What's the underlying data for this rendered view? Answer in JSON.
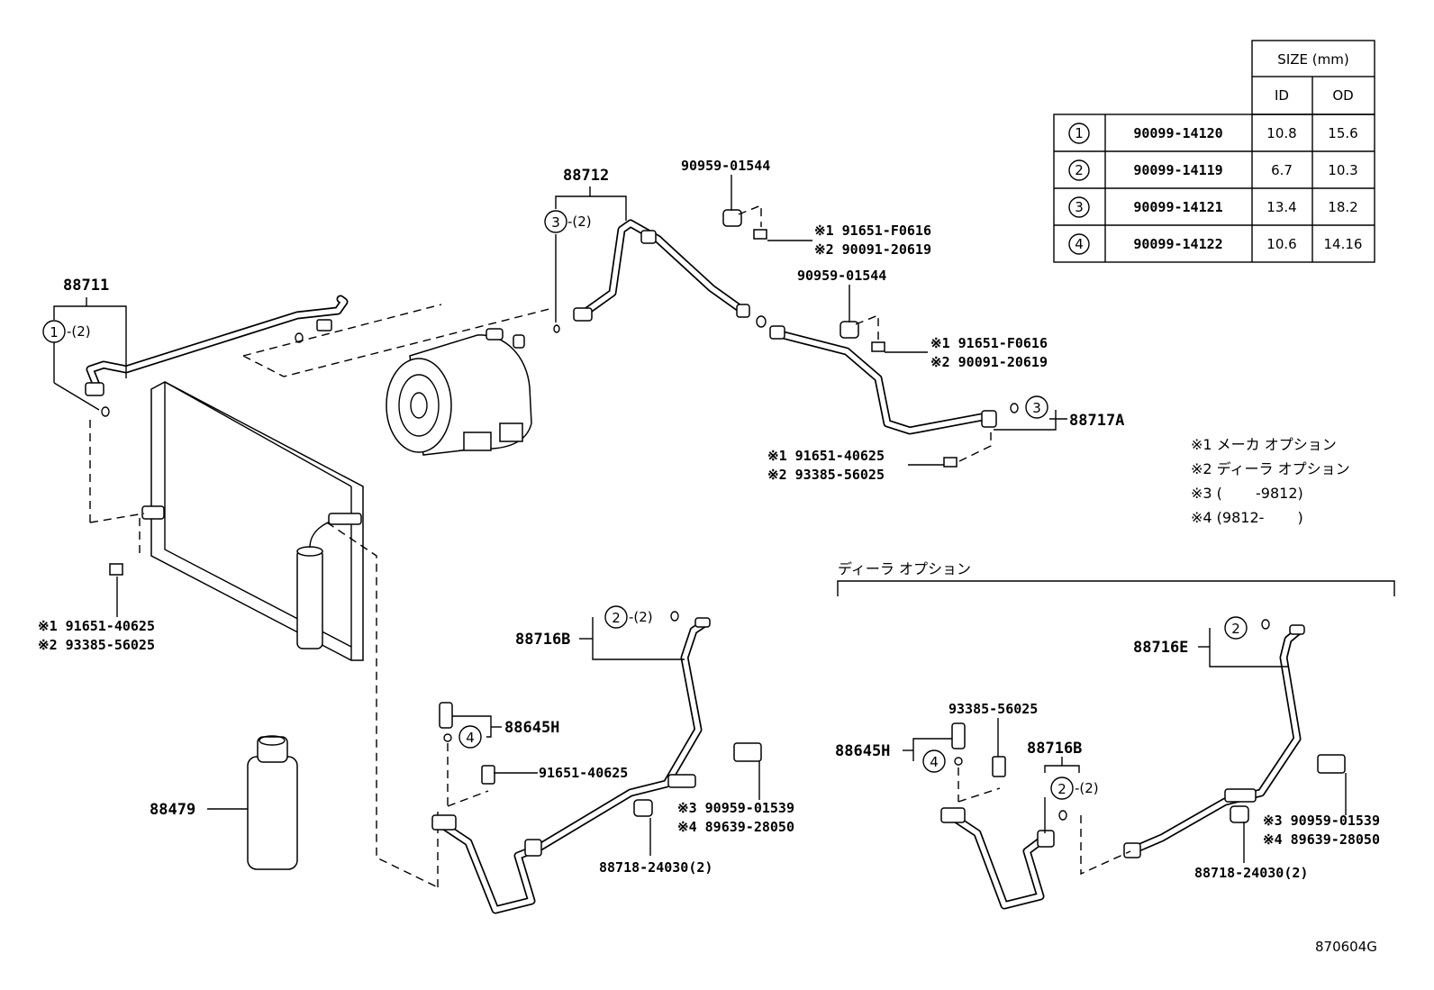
{
  "table": {
    "header_size": "SIZE (mm)",
    "header_id": "ID",
    "header_od": "OD",
    "rows": [
      {
        "no": "1",
        "part": "90099-14120",
        "id": "10.8",
        "od": "15.6"
      },
      {
        "no": "2",
        "part": "90099-14119",
        "id": "6.7",
        "od": "10.3"
      },
      {
        "no": "3",
        "part": "90099-14121",
        "id": "13.4",
        "od": "18.2"
      },
      {
        "no": "4",
        "part": "90099-14122",
        "id": "10.6",
        "od": "14.16"
      }
    ]
  },
  "notes": {
    "n1": "※1 メーカ オプション",
    "n2": "※2 ディーラ オプション",
    "n3": "※3 (　　 -9812)",
    "n4": "※4 (9812-　　 )"
  },
  "dealer_option_title": "ディーラ オプション",
  "labels": {
    "p88711": "88711",
    "p88712": "88712",
    "p88717a": "88717A",
    "p88716b_left": "88716B",
    "p88645h_left": "88645H",
    "p88479": "88479",
    "p88716e": "88716E",
    "p88645h_right": "88645H",
    "p88716b_right": "88716B",
    "clip_a": "90959-01544",
    "bolt_a1": "※1 91651-F0616",
    "bolt_a2": "※2 90091-20619",
    "clip_b": "90959-01544",
    "bolt_b1": "※1 91651-F0616",
    "bolt_b2": "※2 90091-20619",
    "bolt_c1": "※1 91651-40625",
    "bolt_c2": "※2 93385-56025",
    "bolt_d1": "※1 91651-40625",
    "bolt_d2": "※2 93385-56025",
    "bolt_e": "91651-40625",
    "clamp_l3": "※3 90959-01539",
    "clamp_l4": "※4 89639-28050",
    "cushion_l": "88718-24030(2)",
    "bolt_r": "93385-56025",
    "clamp_r3": "※3 90959-01539",
    "clamp_r4": "※4 89639-28050",
    "cushion_r": "88718-24030(2)",
    "ring1_qty": "-(2)",
    "ring3_qty": "-(2)",
    "ring2_qty": "-(2)",
    "ring2r_qty": "-(2)",
    "c1": "1",
    "c3a": "3",
    "c3b": "3",
    "c2a": "2",
    "c4a": "4",
    "c2b": "2",
    "c4b": "4",
    "c2c": "2",
    "drawing_no": "870604G"
  }
}
